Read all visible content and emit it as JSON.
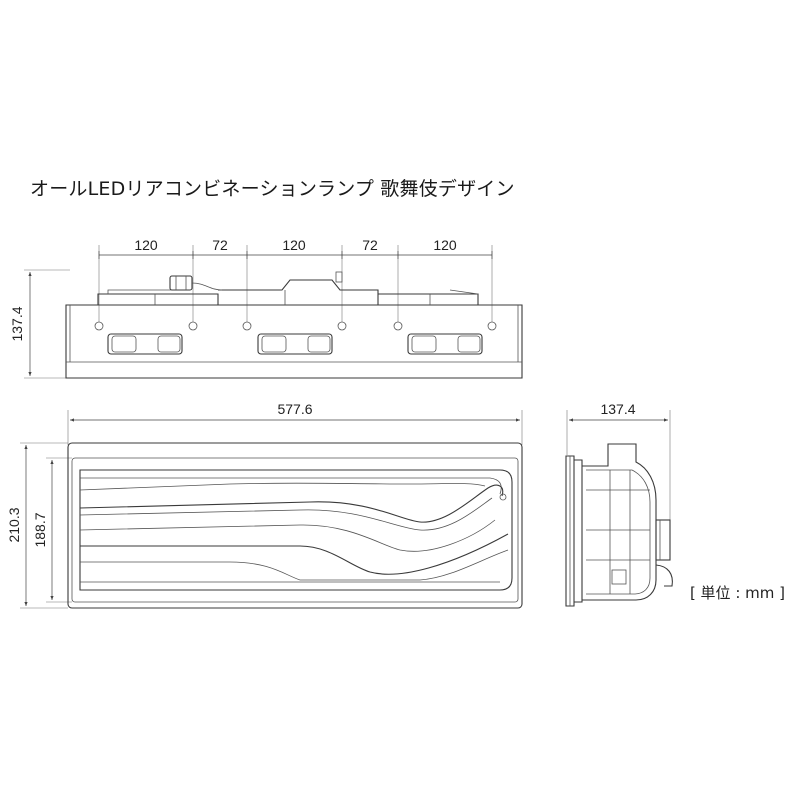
{
  "title": "オールLEDリアコンビネーションランプ 歌舞伎デザイン",
  "unit_note": "[ 単位 : mm ]",
  "dimensions": {
    "top_spacing": [
      "120",
      "72",
      "120",
      "72",
      "120"
    ],
    "top_height": "137.4",
    "front_width": "577.6",
    "front_height_outer": "210.3",
    "front_height_inner": "188.7",
    "side_depth": "137.4"
  }
}
